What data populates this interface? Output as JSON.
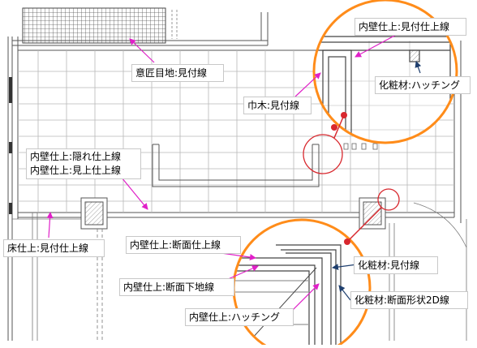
{
  "labels": {
    "decorative_joint": "意匠目地:見付線",
    "baseboard": "巾木:見付線",
    "wall_hidden": "内壁仕上:隠れ仕上線",
    "wall_visible": "内壁仕上:見上仕上線",
    "floor": "床仕上:見付仕上線",
    "wall_section": "内壁仕上:断面仕上線",
    "wall_base": "内壁仕上:断面下地線",
    "wall_hatch": "内壁仕上:ハッチング",
    "wall_top": "内壁仕上:見付仕上線",
    "trim_hatch": "化粧材:ハッチング",
    "trim_face": "化粧材:見付線",
    "trim_section": "化粧材:断面形状2D線"
  },
  "colors": {
    "magenta_arrow": "#e020c8",
    "navy_arrow": "#1f3f6e",
    "detail_circle": "#ff8c1a",
    "marker_red": "#d8282e",
    "grid_line": "#b8b8b8",
    "wall_line": "#555555"
  }
}
